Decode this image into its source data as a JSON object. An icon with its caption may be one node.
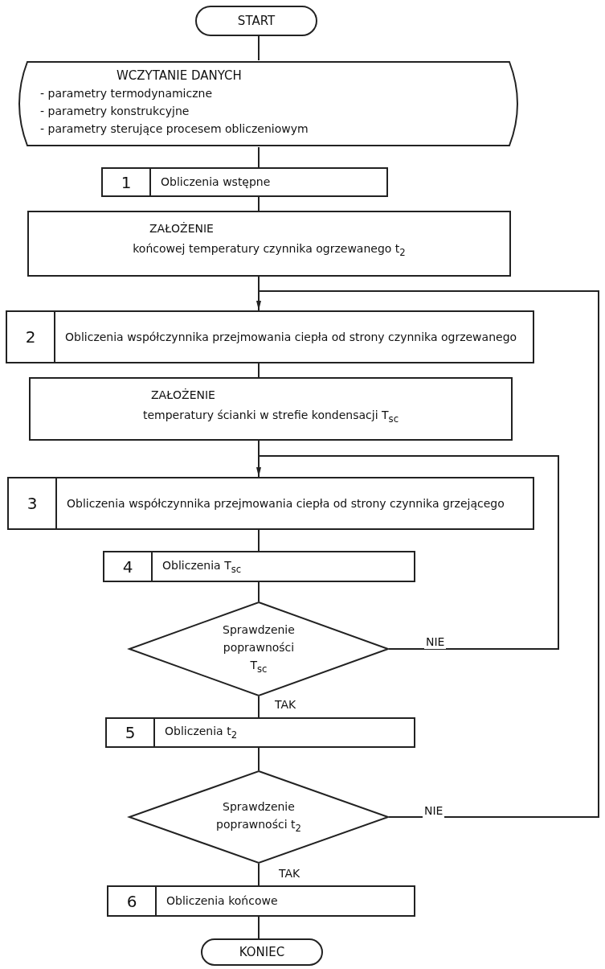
{
  "diagram": {
    "nodes": [
      {
        "text": [
          "START"
        ]
      },
      {
        "text": [
          "WCZYTANIE DANYCH",
          "- parametry termodynamiczne",
          "- parametry konstrukcyjne",
          "- parametry sterujące procesem obliczeniowym"
        ]
      },
      {
        "text": [
          "1",
          "Obliczenia wstępne"
        ]
      },
      {
        "text": [
          "ZAŁOŻENIE",
          "końcowej temperatury czynnika ogrzewanego t$_{2}$"
        ]
      },
      {
        "text": [
          "2",
          "Obliczenia współczynnika przejmowania ciepła od strony czynnika ogrzewanego"
        ]
      },
      {
        "text": [
          "ZAŁOŻENIE",
          "temperatury ścianki w strefie kondensacji T$_{sc}$"
        ]
      },
      {
        "text": [
          "3",
          "Obliczenia współczynnika przejmowania ciepła od strony czynnika grzejącego"
        ]
      },
      {
        "text": [
          "4",
          "Obliczenia T$_{sc}$"
        ]
      },
      {
        "text": [
          "Sprawdzenie poprawności T$_{sc}$"
        ]
      },
      {
        "text": [
          "5",
          "Obliczenia t$_{2}$"
        ]
      },
      {
        "text": [
          "Sprawdzenie poprawności t$_{2}$"
        ]
      },
      {
        "text": [
          "6",
          "Obliczenia końcowe"
        ]
      },
      {
        "text": [
          "KONIEC"
        ]
      }
    ],
    "edges": [
      {
        "from": 0,
        "to": 1,
        "arrow": "none"
      },
      {
        "from": 1,
        "to": 2,
        "arrow": "none"
      },
      {
        "from": 2,
        "to": 3,
        "arrow": "none"
      },
      {
        "from": 3,
        "to": 4,
        "arrow": "none"
      },
      {
        "from": 4,
        "to": 5,
        "arrow": "none"
      },
      {
        "from": 5,
        "to": 6,
        "arrow": "none"
      },
      {
        "from": 6,
        "to": 7,
        "arrow": "none"
      },
      {
        "from": 7,
        "to": 8,
        "arrow": "none"
      },
      {
        "from": 8,
        "to": 9,
        "arrow": "none",
        "label": "TAK"
      },
      {
        "from": 9,
        "to": 10,
        "arrow": "none"
      },
      {
        "from": 10,
        "to": 11,
        "arrow": "none",
        "label": "TAK"
      },
      {
        "from": 11,
        "to": 12,
        "arrow": "none"
      },
      {
        "from": 8,
        "to": 6,
        "arrow": "to",
        "label": "NIE"
      },
      {
        "from": 10,
        "to": 4,
        "arrow": "to",
        "label": "NIE"
      }
    ]
  }
}
